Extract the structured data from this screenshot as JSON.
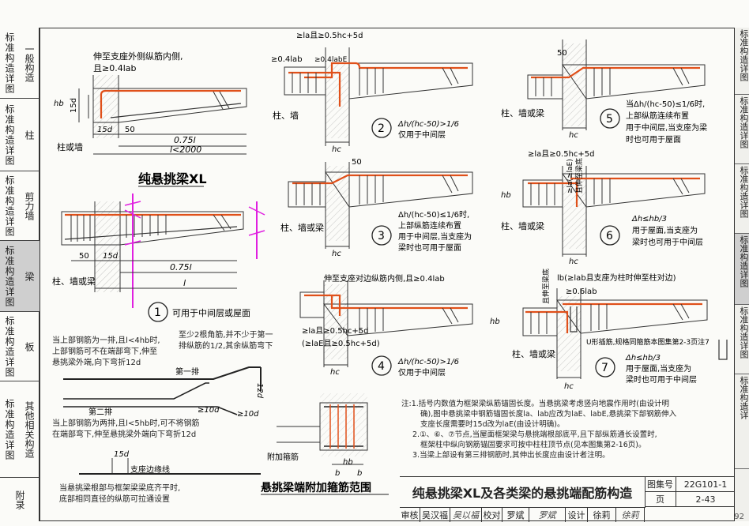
{
  "sidebar": {
    "items": [
      {
        "col1": "标准构造详图",
        "col2": "一般构造",
        "active": false
      },
      {
        "col1": "标准构造详图",
        "col2": "柱",
        "active": false
      },
      {
        "col1": "标准构造详图",
        "col2": "剪力墙",
        "active": false
      },
      {
        "col1": "标准构造详图",
        "col2": "梁",
        "active": true
      },
      {
        "col1": "标准构造详图",
        "col2": "板",
        "active": false
      },
      {
        "col1": "标准构造详图",
        "col2": "其他相关构造",
        "active": false
      },
      {
        "col1": "",
        "col2": "附录",
        "active": false
      }
    ]
  },
  "right_strip": {
    "items": [
      {
        "text": "标准构造详图",
        "active": false
      },
      {
        "text": "标准构造详图",
        "active": false
      },
      {
        "text": "标准构造详图",
        "active": false
      },
      {
        "text": "标准构造详图",
        "active": true
      },
      {
        "text": "标准构造详图",
        "active": false
      },
      {
        "text": "标准构造详",
        "active": false
      }
    ],
    "page_corner": "92"
  },
  "diagrams": {
    "d1_top": {
      "note_line1": "伸至支座外侧纵筋内侧,",
      "note_line2": "且≥0.4lab",
      "hb": "hb",
      "d15": "15d",
      "d15b": "15d",
      "d50": "50",
      "len": "0.75l",
      "total": "l<2000",
      "support": "柱或墙"
    },
    "title_xl": "纯悬挑梁XL",
    "d1": {
      "d50": "50",
      "d15": "15d",
      "len": "0.75l",
      "l": "l",
      "support": "柱、墙或梁",
      "num": "1",
      "caption": "可用于中间层或屋面"
    },
    "d2": {
      "top1": "≥la且≥0.5hc+5d",
      "top2": "≥0.4lab",
      "top3": "≥0.4labE",
      "support": "柱、墙",
      "hc": "hc",
      "num": "2",
      "cond": "Δh/(hc-50)>1/6",
      "caption": "仅用于中间层"
    },
    "d3": {
      "d50": "50",
      "support": "柱、墙或梁",
      "hc": "hc",
      "num": "3",
      "cond": "Δh/(hc-50)≤1/6时,",
      "line2": "上部纵筋连续布置",
      "line3": "用于中间层,当支座为",
      "line4": "梁时也可用于屋面"
    },
    "d4": {
      "top": "伸至支座对边纵筋内侧,且≥0.4lab",
      "dim1": "≥la且≥0.5hc+5d",
      "dim2": "(≥laE且≥0.5hc+5d)",
      "hc": "hc",
      "num": "4",
      "cond": "Δh/(hc-50)>1/6",
      "caption": "仅用于中间层"
    },
    "d5": {
      "d50": "50",
      "support": "柱、墙或梁",
      "hc": "hc",
      "num": "5",
      "cond": "当Δh/(hc-50)≤1/6时,",
      "line2": "上部纵筋连续布置",
      "line3": "用于中间层,当支座为梁",
      "line4": "时也可用于屋面"
    },
    "d6": {
      "top": "≥la且≥0.5hc+5d",
      "vert1": "≥la(≥laE)",
      "vert2": "且伸至梁底",
      "support": "柱、墙或梁",
      "hc": "hc",
      "hb": "hb",
      "num": "6",
      "cond": "Δh≤hb/3",
      "line2": "用于屋面,当支座为",
      "line3": "梁时也可用于中间层"
    },
    "d7": {
      "top": "lb(≥lab且支座为柱时伸至柱对边)",
      "dim": "≥0.6lab",
      "vert": "且伸至梁底",
      "side": "U形插筋,规格同箍筋本图集第2-3页注7",
      "support": "柱、墙或梁",
      "hc": "hc",
      "hb": "hb",
      "num": "7",
      "cond": "Δh≤hb/3",
      "line2": "用于屋面,当支座为",
      "line3": "梁时也可用于中间层"
    }
  },
  "bottom_left": {
    "note1_l1": "当上部钢筋为一排,且l<4hb时,",
    "note1_l2": "上部钢筋可不在端部弯下,伸至",
    "note1_l3": "悬挑梁外端,向下弯折12d",
    "note2_l1": "至少2根角筋,并不少于第一",
    "note2_l2": "排纵筋的1/2,其余纵筋弯下",
    "row1": "第一排",
    "row2": "第二排",
    "d12": "12d",
    "d10a": "≥10d",
    "d10b": "≥10d",
    "note3_l1": "当上部钢筋为两排,且l<5hb时,可不将钢筋",
    "note3_l2": "在端部弯下,伸至悬挑梁外端向下弯折12d",
    "d15": "15d",
    "edge": "支座边缘线",
    "note4_l1": "当悬挑梁根部与框架梁梁底齐平时,",
    "note4_l2": "底部相同直径的纵筋可拉通设置"
  },
  "stirrup": {
    "label": "附加箍筋",
    "b1": "b",
    "b2": "b",
    "hb": "hb",
    "title": "悬挑梁端附加箍筋范围"
  },
  "notes": {
    "n1_l1": "注:1.括号内数值为框架梁纵筋锚固长度。当悬挑梁考虑竖向地震作用时(由设计明",
    "n1_l2": "确),图中悬挑梁中钢筋锚固长度la、lab应改为laE、labE,悬挑梁下部钢筋伸入",
    "n1_l3": "支座长度需要时15d改为laE(由设计明确)。",
    "n2_l1": "2.①、⑥、⑦节点,当屋面框架梁与悬挑端根部底平,且下部纵筋通长设置时,",
    "n2_l2": "框架柱中纵向钢筋锚固要求可按中柱柱顶节点(见本图集第2-16页)。",
    "n3": "3.当梁上部设有第三排钢筋时,其伸出长度应由设计者注明。"
  },
  "title_block": {
    "main": "纯悬挑梁XL及各类梁的悬挑端配筋构造",
    "atlas_label": "图集号",
    "atlas_no": "22G101-1",
    "page_label": "页",
    "page_no": "2-43",
    "sign": [
      "审核",
      "吴汉福",
      "吴以福",
      "校对",
      "罗斌",
      "罗斌",
      "设计",
      "徐莉",
      "徐莉"
    ]
  }
}
